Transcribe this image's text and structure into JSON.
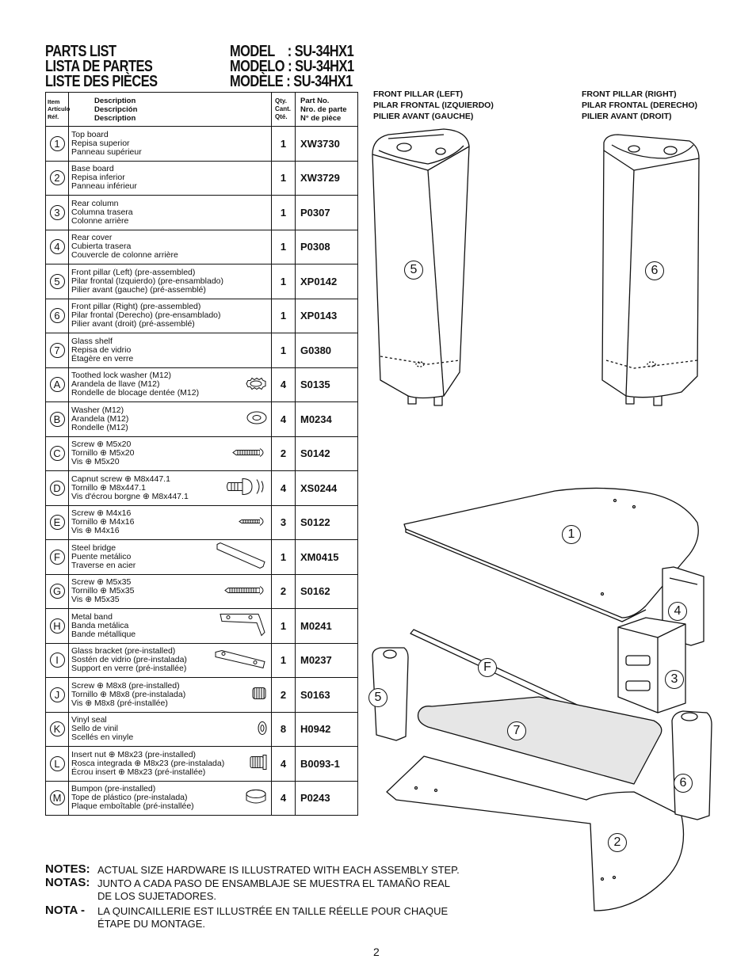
{
  "header": {
    "parts_list_titles": [
      "PARTS LIST",
      "LISTA DE PARTES",
      "LISTE DES PIÈCES"
    ],
    "model_lines": [
      "MODEL    : SU-34HX1",
      "MODELO : SU-34HX1",
      "MODÈLE : SU-34HX1"
    ]
  },
  "table": {
    "columns": {
      "item": [
        "Item",
        "Artículo",
        "Réf."
      ],
      "description": [
        "Description",
        "Descripción",
        "Description"
      ],
      "qty": [
        "Qty.",
        "Cant.",
        "Qté."
      ],
      "part_no": [
        "Part No.",
        "Nro. de parte",
        "N° de pièce"
      ]
    },
    "rows": [
      {
        "item": "1",
        "desc": [
          "Top board",
          "Repisa superior",
          "Panneau supérieur"
        ],
        "qty": "1",
        "part": "XW3730",
        "icon": ""
      },
      {
        "item": "2",
        "desc": [
          "Base board",
          "Repisa inferior",
          "Panneau inférieur"
        ],
        "qty": "1",
        "part": "XW3729",
        "icon": ""
      },
      {
        "item": "3",
        "desc": [
          "Rear column",
          "Columna trasera",
          "Colonne arrière"
        ],
        "qty": "1",
        "part": "P0307",
        "icon": ""
      },
      {
        "item": "4",
        "desc": [
          "Rear cover",
          "Cubierta trasera",
          "Couvercle de colonne arrière"
        ],
        "qty": "1",
        "part": "P0308",
        "icon": ""
      },
      {
        "item": "5",
        "desc": [
          "Front pillar (Left) (pre-assembled)",
          "Pilar frontal (Izquierdo) (pre-ensamblado)",
          "Pilier avant (gauche) (pré-assemblé)"
        ],
        "qty": "1",
        "part": "XP0142",
        "icon": ""
      },
      {
        "item": "6",
        "desc": [
          "Front pillar (Right) (pre-assembled)",
          "Pilar frontal (Derecho) (pre-ensamblado)",
          "Pilier avant (droit) (pré-assemblé)"
        ],
        "qty": "1",
        "part": "XP0143",
        "icon": ""
      },
      {
        "item": "7",
        "desc": [
          "Glass shelf",
          "Repisa de vidrio",
          "Étagère en verre"
        ],
        "qty": "1",
        "part": "G0380",
        "icon": ""
      },
      {
        "item": "A",
        "desc": [
          "Toothed lock washer (M12)",
          "Arandela de llave (M12)",
          "Rondelle de blocage dentée (M12)"
        ],
        "qty": "4",
        "part": "S0135",
        "icon": "toothed-washer-icon"
      },
      {
        "item": "B",
        "desc": [
          "Washer (M12)",
          "Arandela (M12)",
          "Rondelle (M12)"
        ],
        "qty": "4",
        "part": "M0234",
        "icon": "washer-icon"
      },
      {
        "item": "C",
        "desc": [
          "Screw ⊕ M5x20",
          "Tornillo ⊕ M5x20",
          "Vis ⊕ M5x20"
        ],
        "qty": "2",
        "part": "S0142",
        "icon": "screw-m5x20-icon"
      },
      {
        "item": "D",
        "desc": [
          "Capnut screw ⊕ M8x447.1",
          "Tornillo ⊕ M8x447.1",
          "Vis d'écrou borgne ⊕  M8x447.1"
        ],
        "qty": "4",
        "part": "XS0244",
        "icon": "capnut-screw-icon"
      },
      {
        "item": "E",
        "desc": [
          "Screw ⊕ M4x16",
          "Tornillo ⊕ M4x16",
          "Vis ⊕ M4x16"
        ],
        "qty": "3",
        "part": "S0122",
        "icon": "screw-m4x16-icon"
      },
      {
        "item": "F",
        "desc": [
          "Steel bridge",
          "Puente metálico",
          "Traverse en acier"
        ],
        "qty": "1",
        "part": "XM0415",
        "icon": "steel-bridge-icon"
      },
      {
        "item": "G",
        "desc": [
          "Screw ⊕ M5x35",
          "Tornillo ⊕ M5x35",
          "Vis ⊕ M5x35"
        ],
        "qty": "2",
        "part": "S0162",
        "icon": "screw-m5x35-icon"
      },
      {
        "item": "H",
        "desc": [
          "Metal band",
          "Banda metálica",
          "Bande métallique"
        ],
        "qty": "1",
        "part": "M0241",
        "icon": "metal-band-icon"
      },
      {
        "item": "I",
        "desc": [
          "Glass bracket (pre-installed)",
          "Sostén de vidrio (pre-instalada)",
          "Support en verre (pré-installée)"
        ],
        "qty": "1",
        "part": "M0237",
        "icon": "glass-bracket-icon"
      },
      {
        "item": "J",
        "desc": [
          "Screw ⊕ M8x8 (pre-installed)",
          "Tornillo ⊕ M8x8 (pre-instalada)",
          "Vis ⊕ M8x8 (pré-installée)"
        ],
        "qty": "2",
        "part": "S0163",
        "icon": "set-screw-icon"
      },
      {
        "item": "K",
        "desc": [
          "Vinyl seal",
          "Sello de vinil",
          "Scellés en vinyle"
        ],
        "qty": "8",
        "part": "H0942",
        "icon": "vinyl-seal-icon"
      },
      {
        "item": "L",
        "desc": [
          "Insert nut ⊕ M8x23 (pre-installed)",
          "Rosca integrada ⊕ M8x23 (pre-instalada)",
          "Écrou insert ⊕ M8x23 (pré-installée)"
        ],
        "qty": "4",
        "part": "B0093-1",
        "icon": "insert-nut-icon"
      },
      {
        "item": "M",
        "desc": [
          "Bumpon (pre-installed)",
          "Tope de plástico (pre-instalada)",
          "Plaque emboîtable (pré-installée)"
        ],
        "qty": "4",
        "part": "P0243",
        "icon": "bumpon-icon"
      }
    ]
  },
  "pillar_labels": {
    "left": [
      "FRONT PILLAR (LEFT)",
      "PILAR FRONTAL (IZQUIERDO)",
      "PILIER AVANT (GAUCHE)"
    ],
    "right": [
      "FRONT PILLAR (RIGHT)",
      "PILAR FRONTAL (DERECHO)",
      "PILIER AVANT (DROIT)"
    ]
  },
  "callouts": {
    "pillar_left": "5",
    "pillar_right": "6",
    "top_board": "1",
    "rear_cover": "4",
    "rear_column": "3",
    "steel_bridge": "F",
    "left_pillar_small": "5",
    "glass_shelf": "7",
    "right_pillar_small": "6",
    "base_board": "2"
  },
  "notes": [
    {
      "label": "NOTES:",
      "lines": [
        "ACTUAL SIZE HARDWARE IS ILLUSTRATED WITH EACH ASSEMBLY STEP."
      ]
    },
    {
      "label": "NOTAS:",
      "lines": [
        "JUNTO A CADA PASO DE ENSAMBLAJE SE MUESTRA EL TAMAÑO REAL",
        "DE LOS SUJETADORES."
      ]
    },
    {
      "label": "NOTA  -",
      "lines": [
        "LA QUINCAILLERIE EST ILLUSTRÉE EN TAILLE RÉELLE POUR CHAQUE",
        "ÉTAPE DU MONTAGE."
      ]
    }
  ],
  "page_number": "2"
}
